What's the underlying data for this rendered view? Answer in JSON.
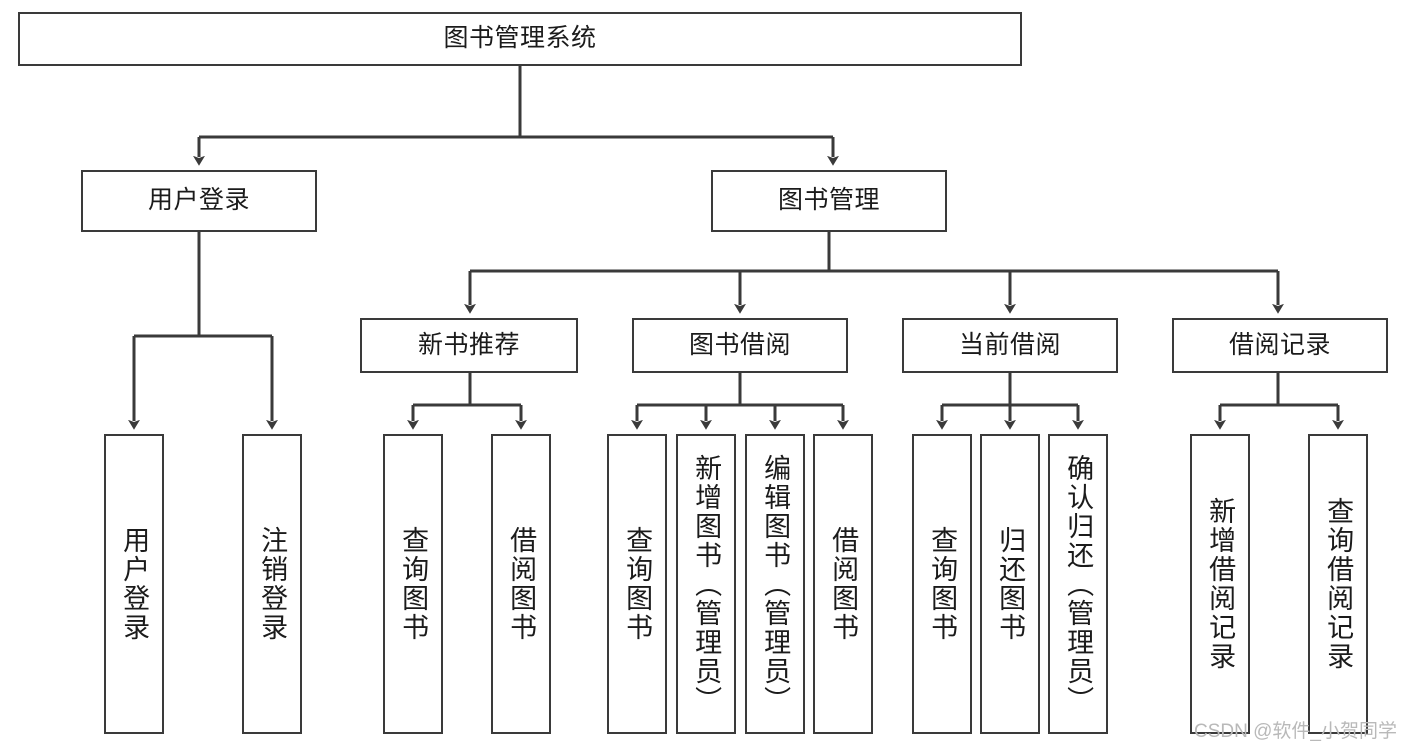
{
  "diagram": {
    "title": "图书管理系统",
    "type": "tree",
    "colors": {
      "stroke": "#3a3a3a",
      "fill": "#ffffff",
      "text": "#1b1b1b",
      "watermark": "#b9b9b9"
    }
  },
  "nodes": {
    "root": {
      "label": "图书管理系统"
    },
    "level2": [
      {
        "id": "user-login",
        "label": "用户登录"
      },
      {
        "id": "book-manage",
        "label": "图书管理"
      }
    ],
    "level3": [
      {
        "id": "new-book-recommend",
        "label": "新书推荐"
      },
      {
        "id": "book-borrow",
        "label": "图书借阅"
      },
      {
        "id": "current-borrow",
        "label": "当前借阅"
      },
      {
        "id": "borrow-record",
        "label": "借阅记录"
      }
    ],
    "leaves": {
      "user_login": [
        {
          "id": "leaf-user-login",
          "label": "用户登录"
        },
        {
          "id": "leaf-logout-login",
          "label": "注销登录"
        }
      ],
      "new_book_recommend": [
        {
          "id": "leaf-query-book-1",
          "label": "查询图书"
        },
        {
          "id": "leaf-borrow-book-1",
          "label": "借阅图书"
        }
      ],
      "book_borrow": [
        {
          "id": "leaf-query-book-2",
          "label": "查询图书"
        },
        {
          "id": "leaf-add-book",
          "label": "新增图书（管理员）"
        },
        {
          "id": "leaf-edit-book",
          "label": "编辑图书（管理员）"
        },
        {
          "id": "leaf-borrow-book-2",
          "label": "借阅图书"
        }
      ],
      "current_borrow": [
        {
          "id": "leaf-query-book-3",
          "label": "查询图书"
        },
        {
          "id": "leaf-return-book",
          "label": "归还图书"
        },
        {
          "id": "leaf-confirm-return",
          "label": "确认归还（管理员）"
        }
      ],
      "borrow_record": [
        {
          "id": "leaf-add-record",
          "label": "新增借阅记录"
        },
        {
          "id": "leaf-query-record",
          "label": "查询借阅记录"
        }
      ]
    }
  },
  "watermark": {
    "text": "CSDN @软件_小贺同学"
  }
}
